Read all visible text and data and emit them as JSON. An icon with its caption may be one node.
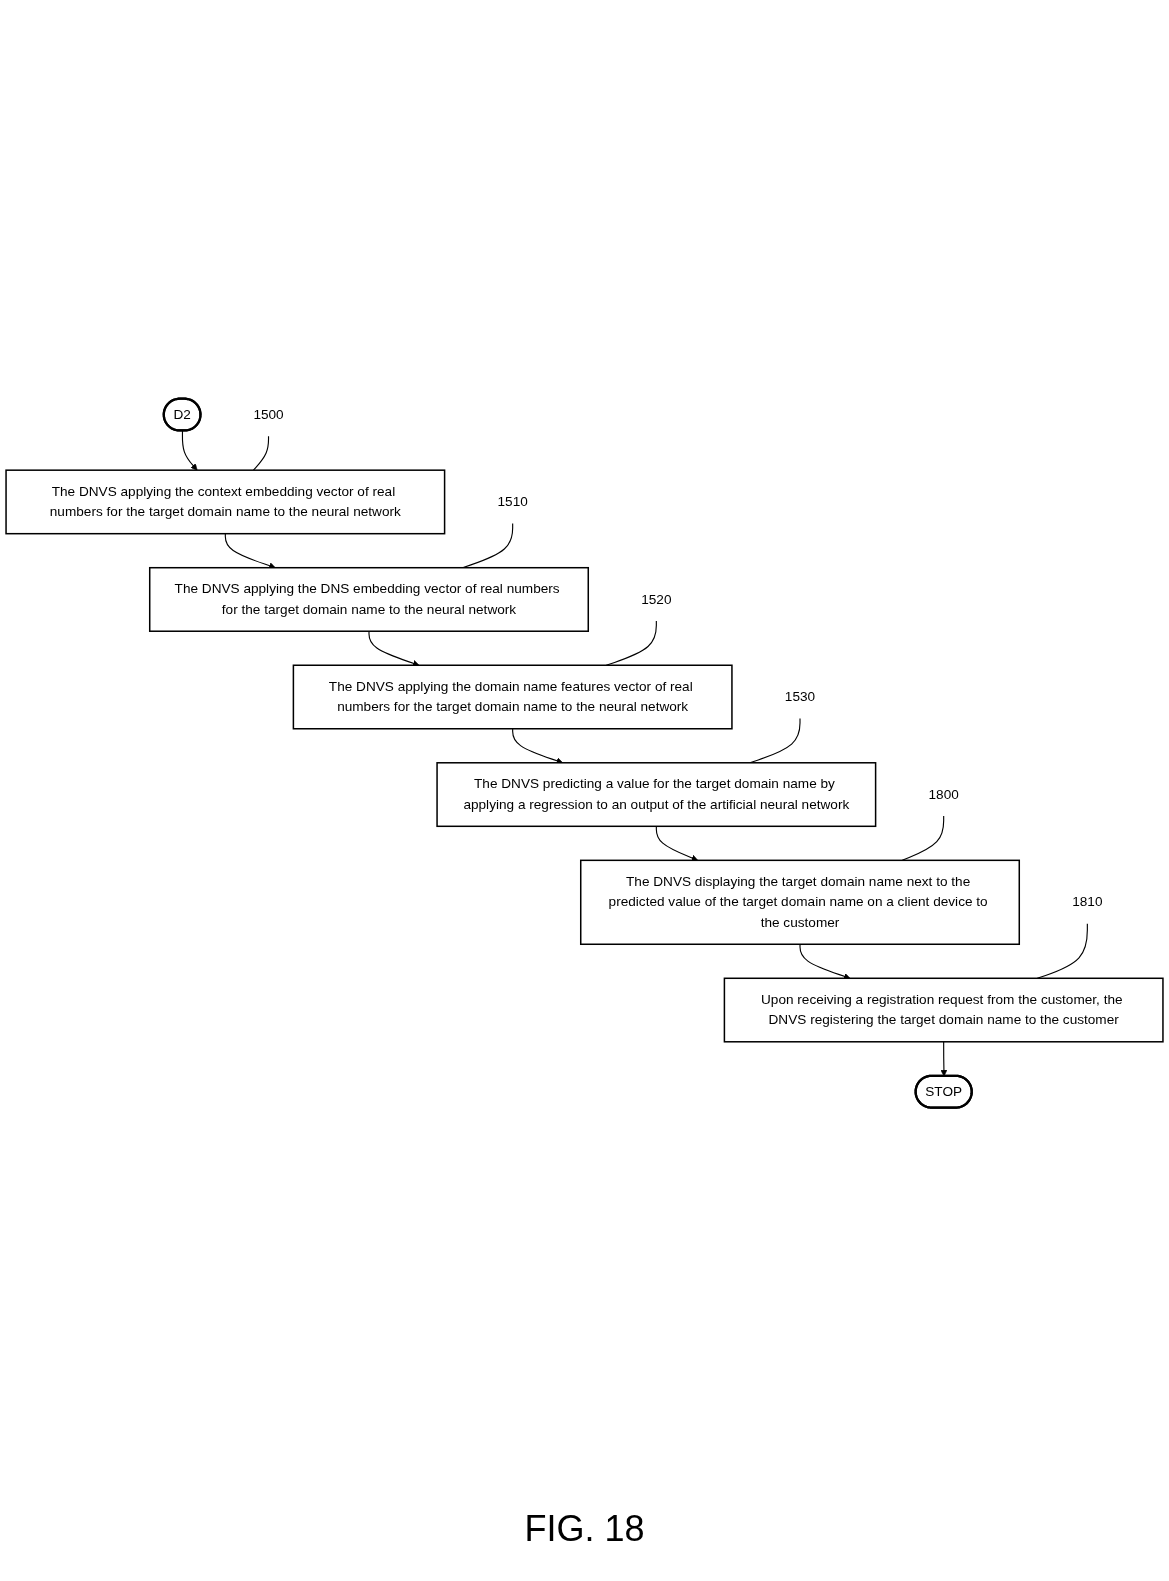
{
  "diagram": {
    "caption": "FIG. 18",
    "nodes": [
      {
        "text": [
          "D2"
        ]
      },
      {
        "text": [
          "The DNVS applying the context embedding vector of real numbers for the target domain name to the neural network"
        ]
      },
      {
        "text": [
          "The DNVS applying the DNS embedding vector of real numbers for the target domain name to the neural network"
        ]
      },
      {
        "text": [
          "The DNVS applying the domain name features vector of real numbers for the target domain name to the neural network"
        ]
      },
      {
        "text": [
          "The DNVS predicting a value for the target domain name by applying a regression to an output of the artificial neural network"
        ]
      },
      {
        "text": [
          "The DNVS displaying the target domain name next to the predicted value of the target domain name on a client device to the customer"
        ]
      },
      {
        "text": [
          "Upon receiving a registration request from the customer, the DNVS registering the target domain name to the customer"
        ]
      },
      {
        "text": [
          "STOP"
        ]
      },
      {
        "text": [
          "1500"
        ]
      },
      {
        "text": [
          "1510"
        ]
      },
      {
        "text": [
          "1520"
        ]
      },
      {
        "text": [
          "1530"
        ]
      },
      {
        "text": [
          "1800"
        ]
      },
      {
        "text": [
          "1810"
        ]
      }
    ],
    "edges": [
      {
        "from": 0,
        "to": 1,
        "arrow": "to"
      },
      {
        "from": 1,
        "to": 2,
        "arrow": "to"
      },
      {
        "from": 2,
        "to": 3,
        "arrow": "to"
      },
      {
        "from": 3,
        "to": 4,
        "arrow": "to"
      },
      {
        "from": 4,
        "to": 5,
        "arrow": "to"
      },
      {
        "from": 5,
        "to": 6,
        "arrow": "to"
      },
      {
        "from": 6,
        "to": 7,
        "arrow": "to"
      },
      {
        "from": 8,
        "to": 1,
        "arrow": "none"
      },
      {
        "from": 9,
        "to": 2,
        "arrow": "none"
      },
      {
        "from": 10,
        "to": 3,
        "arrow": "none"
      },
      {
        "from": 11,
        "to": 4,
        "arrow": "none"
      },
      {
        "from": 12,
        "to": 5,
        "arrow": "none"
      },
      {
        "from": 13,
        "to": 6,
        "arrow": "none"
      }
    ]
  }
}
